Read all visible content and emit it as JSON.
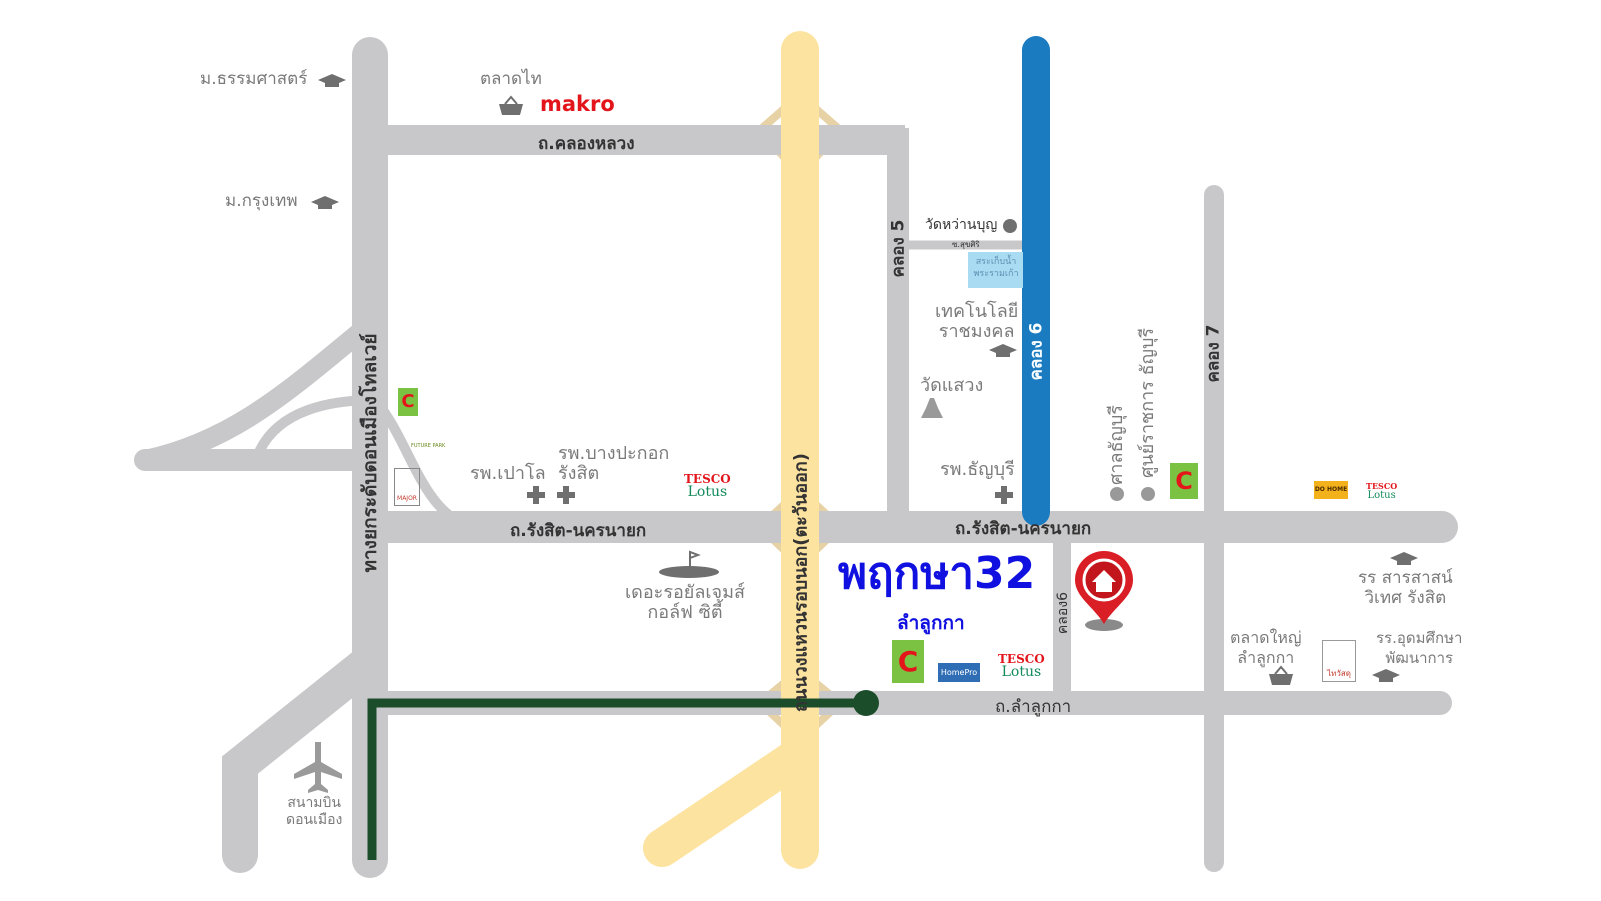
{
  "project": {
    "name": "พฤกษา32",
    "area": "ลำลูกกา",
    "color": "#1010e0"
  },
  "colors": {
    "road": "#c8c8ca",
    "ring_road": "#fde3a0",
    "canal": "#1a7bc1",
    "route": "#1b4d2a",
    "pin": "#d91e25",
    "label": "#7a7a7a"
  },
  "roads": {
    "klong_luang": "ถ.คลองหลวง",
    "rangsit_nakhonnayok_west": "ถ.รังสิต-นครนายก",
    "rangsit_nakhonnayok_east": "ถ.รังสิต-นครนายก",
    "lamlukka": "ถ.ลำลูกกา",
    "tollway": "ทางยกระดับดอนเมืองโทลเวย์",
    "ring_road": "ถนนวงแหวนรอบนอก(ตะวันออก)",
    "klong5": "คลอง 5",
    "klong6": "คลอง 6",
    "klong6_small": "คลอง6",
    "klong7": "คลอง 7",
    "soi_suksiri": "ซ.สุขศิริ"
  },
  "places": {
    "thammasat": "ม.ธรรมศาสตร์",
    "bangkok_u": "ม.กรุงเทพ",
    "talad_thai": "ตลาดไท",
    "makro": "makro",
    "wat_hwan_bun": "วัดหว่านบุญ",
    "water_park": "สระเก็บน้ำ พระรามเก้า",
    "rmutt_1": "เทคโนโลยี",
    "rmutt_2": "ราชมงคล",
    "wat_saeng": "วัดแสวง",
    "thanyaburi_hospital": "รพ.ธัญบุรี",
    "court": "ศาลธัญบุรี",
    "gov_center": "ศูนย์ราชการ ธัญบุรี",
    "paolo_hospital": "รพ.เปาโล",
    "bangpakok_1": "รพ.บางปะกอก",
    "bangpakok_2": "รังสิต",
    "golf_1": "เดอะรอยัลเจมส์",
    "golf_2": "กอล์ฟ ซิตี้",
    "airport_1": "สนามบิน",
    "airport_2": "ดอนเมือง",
    "saraswat_1": "รร สารสาสน์",
    "saraswat_2": "วิเทศ รังสิต",
    "market_1": "ตลาดใหญ่",
    "market_2": "ลำลูกกา",
    "udom_1": "รร.อุดมศึกษา",
    "udom_2": "พัฒนาการ"
  },
  "logos": {
    "tesco_1": "TESCO",
    "tesco_2": "Lotus",
    "bigc": "Big C",
    "homepro": "HomePro",
    "future_park": "FUTURE PARK",
    "major": "MAJOR",
    "dohome": "DO HOME",
    "thaiwatsadu": "ไทวัสดุ"
  },
  "icons": [
    "graduation-cap-icon",
    "shopping-basket-icon",
    "hospital-cross-icon",
    "temple-icon",
    "golf-flag-icon",
    "airplane-icon",
    "home-pin-icon",
    "dot-icon"
  ]
}
